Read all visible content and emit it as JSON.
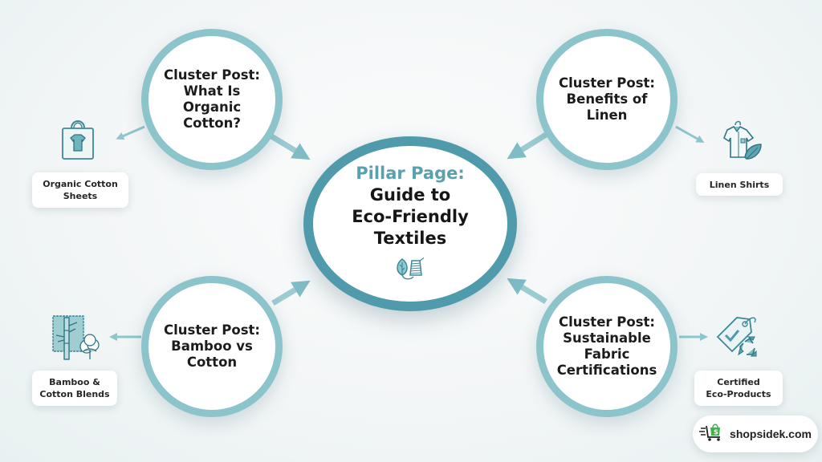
{
  "pillar": {
    "title": "Pillar Page:",
    "subtitle_line1": "Guide to",
    "subtitle_line2": "Eco-Friendly",
    "subtitle_line3": "Textiles",
    "icon": "leaf-thread-spool-icon"
  },
  "clusters": [
    {
      "position": "top-left",
      "line1": "Cluster Post:",
      "line2": "What Is",
      "line3": "Organic",
      "line4": "Cotton?",
      "product": {
        "line1": "Organic Cotton",
        "line2": "Sheets",
        "icon": "shopping-bag-tshirt-icon"
      }
    },
    {
      "position": "top-right",
      "line1": "Cluster Post:",
      "line2": "Benefits of",
      "line3": "Linen",
      "product": {
        "line1": "Linen Shirts",
        "icon": "shirt-hanger-leaf-icon"
      }
    },
    {
      "position": "bottom-left",
      "line1": "Cluster Post:",
      "line2": "Bamboo vs",
      "line3": "Cotton",
      "product": {
        "line1": "Bamboo &",
        "line2": "Cotton Blends",
        "icon": "bamboo-cotton-fabric-icon"
      }
    },
    {
      "position": "bottom-right",
      "line1": "Cluster Post:",
      "line2": "Sustainable",
      "line3": "Fabric",
      "line4": "Certifications",
      "product": {
        "line1": "Certified",
        "line2": "Eco-Products",
        "icon": "tag-check-recycle-icon"
      }
    }
  ],
  "brand": {
    "name": "shopsidek.com",
    "icon": "shopping-cart-bag-icon"
  },
  "colors": {
    "pillar_ring": "#4f9aab",
    "cluster_ring": "#8cc4cc",
    "pillar_title": "#5aa1b0",
    "arrow": "#8fc5cd",
    "text": "#1c1c1c",
    "brand_green": "#3cb54a"
  }
}
